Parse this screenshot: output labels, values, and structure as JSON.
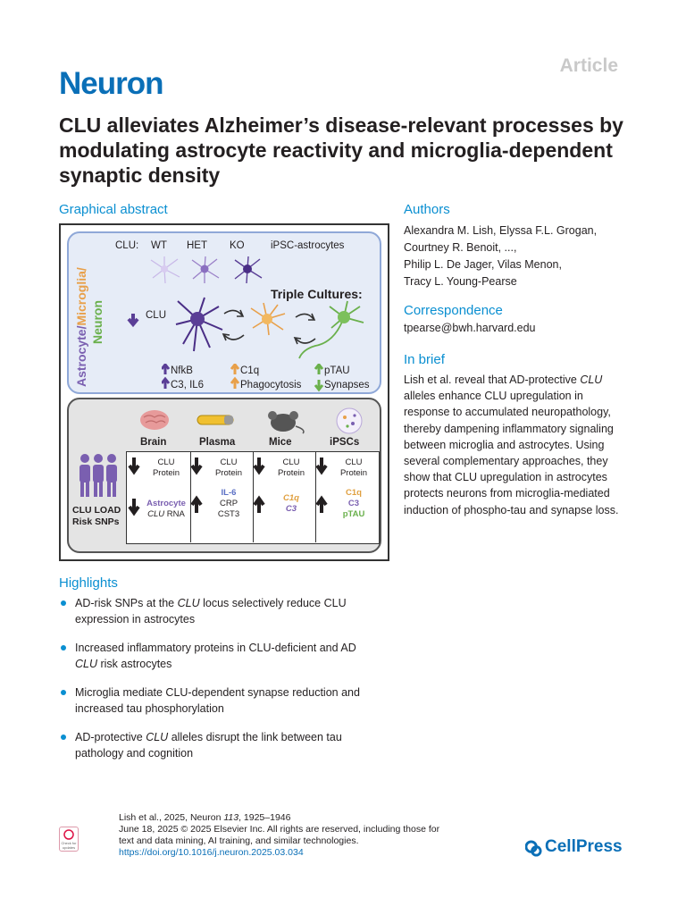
{
  "header": {
    "article_label": "Article",
    "journal": "Neuron"
  },
  "title": "CLU alleviates Alzheimer’s disease-relevant processes by modulating astrocyte reactivity and microglia-dependent synaptic density",
  "graphical_abstract": {
    "heading": "Graphical abstract",
    "top": {
      "clu_label": "CLU:",
      "genotypes": [
        "WT",
        "HET",
        "KO"
      ],
      "ipsc_label": "iPSC-astrocytes",
      "triple_label": "Triple Cultures:",
      "side_astro": "Astrocyte/",
      "side_micro": "Microglia/",
      "side_neuron": "Neuron",
      "clu_down": "CLU",
      "astro_effects": [
        "NfkB",
        "C3, IL6"
      ],
      "micro_effects": [
        "C1q",
        "Phagocytosis"
      ],
      "neuron_effects": [
        "pTAU",
        "Synapses"
      ]
    },
    "bottom": {
      "sources": [
        "Brain",
        "Plasma",
        "Mice",
        "iPSCs"
      ],
      "snp_label_1": "CLU LOAD",
      "snp_label_2": "Risk SNPs",
      "row1": [
        {
          "l1": "CLU",
          "l2": "Protein"
        },
        {
          "l1": "CLU",
          "l2": "Protein"
        },
        {
          "l1": "CLU",
          "l2": "Protein"
        },
        {
          "l1": "CLU",
          "l2": "Protein"
        }
      ],
      "row2": [
        {
          "l1": "Astrocyte",
          "l2": "CLU RNA",
          "c1": "#7a5fb0",
          "c2": "#231f20"
        },
        {
          "l1": "IL-6",
          "l2": "CRP",
          "l3": "CST3",
          "c1": "#5a6fc4"
        },
        {
          "l1": "C1q",
          "l2": "C3",
          "c1": "#e0a040",
          "c2": "#7a5fb0"
        },
        {
          "l1": "C1q",
          "l2": "C3",
          "l3": "pTAU",
          "c1": "#e0a040",
          "c2": "#7a5fb0",
          "c3": "#6ab04c"
        }
      ]
    },
    "colors": {
      "astrocyte": "#7a5fb0",
      "microglia": "#e8a04a",
      "neuron": "#6ab04c",
      "arrow_dark": "#231f20"
    }
  },
  "authors": {
    "heading": "Authors",
    "lines": [
      "Alexandra M. Lish, Elyssa F.L. Grogan,",
      "Courtney R. Benoit, ...,",
      "Philip L. De Jager, Vilas Menon,",
      "Tracy L. Young-Pearse"
    ]
  },
  "correspondence": {
    "heading": "Correspondence",
    "email": "tpearse@bwh.harvard.edu"
  },
  "in_brief": {
    "heading": "In brief",
    "pre": "Lish et al. reveal that AD-protective ",
    "em": "CLU",
    "post": " alleles enhance CLU upregulation in response to accumulated neuropathology, thereby dampening inflammatory signaling between microglia and astrocytes. Using several complementary approaches, they show that CLU upregulation in astrocytes protects neurons from microglia-mediated induction of phospho-tau and synapse loss."
  },
  "highlights": {
    "heading": "Highlights",
    "items": [
      {
        "pre": "AD-risk SNPs at the ",
        "em": "CLU",
        "post": " locus selectively reduce CLU expression in astrocytes"
      },
      {
        "pre": "Increased inflammatory proteins in CLU-deficient and AD ",
        "em": "CLU",
        "post": " risk astrocytes"
      },
      {
        "pre": "Microglia mediate CLU-dependent synapse reduction and increased tau phosphorylation",
        "em": "",
        "post": ""
      },
      {
        "pre": "AD-protective ",
        "em": "CLU",
        "post": " alleles disrupt the link between tau pathology and cognition"
      }
    ]
  },
  "footer": {
    "line1_pre": "Lish et al., 2025, Neuron ",
    "line1_vol": "113",
    "line1_post": ", 1925–1946",
    "line2": "June 18, 2025 © 2025 Elsevier Inc. All rights are reserved, including those for",
    "line3": "text and data mining, AI training, and similar technologies.",
    "doi": "https://doi.org/10.1016/j.neuron.2025.03.034",
    "badge_text": "Check for updates",
    "publisher": "CellPress"
  }
}
